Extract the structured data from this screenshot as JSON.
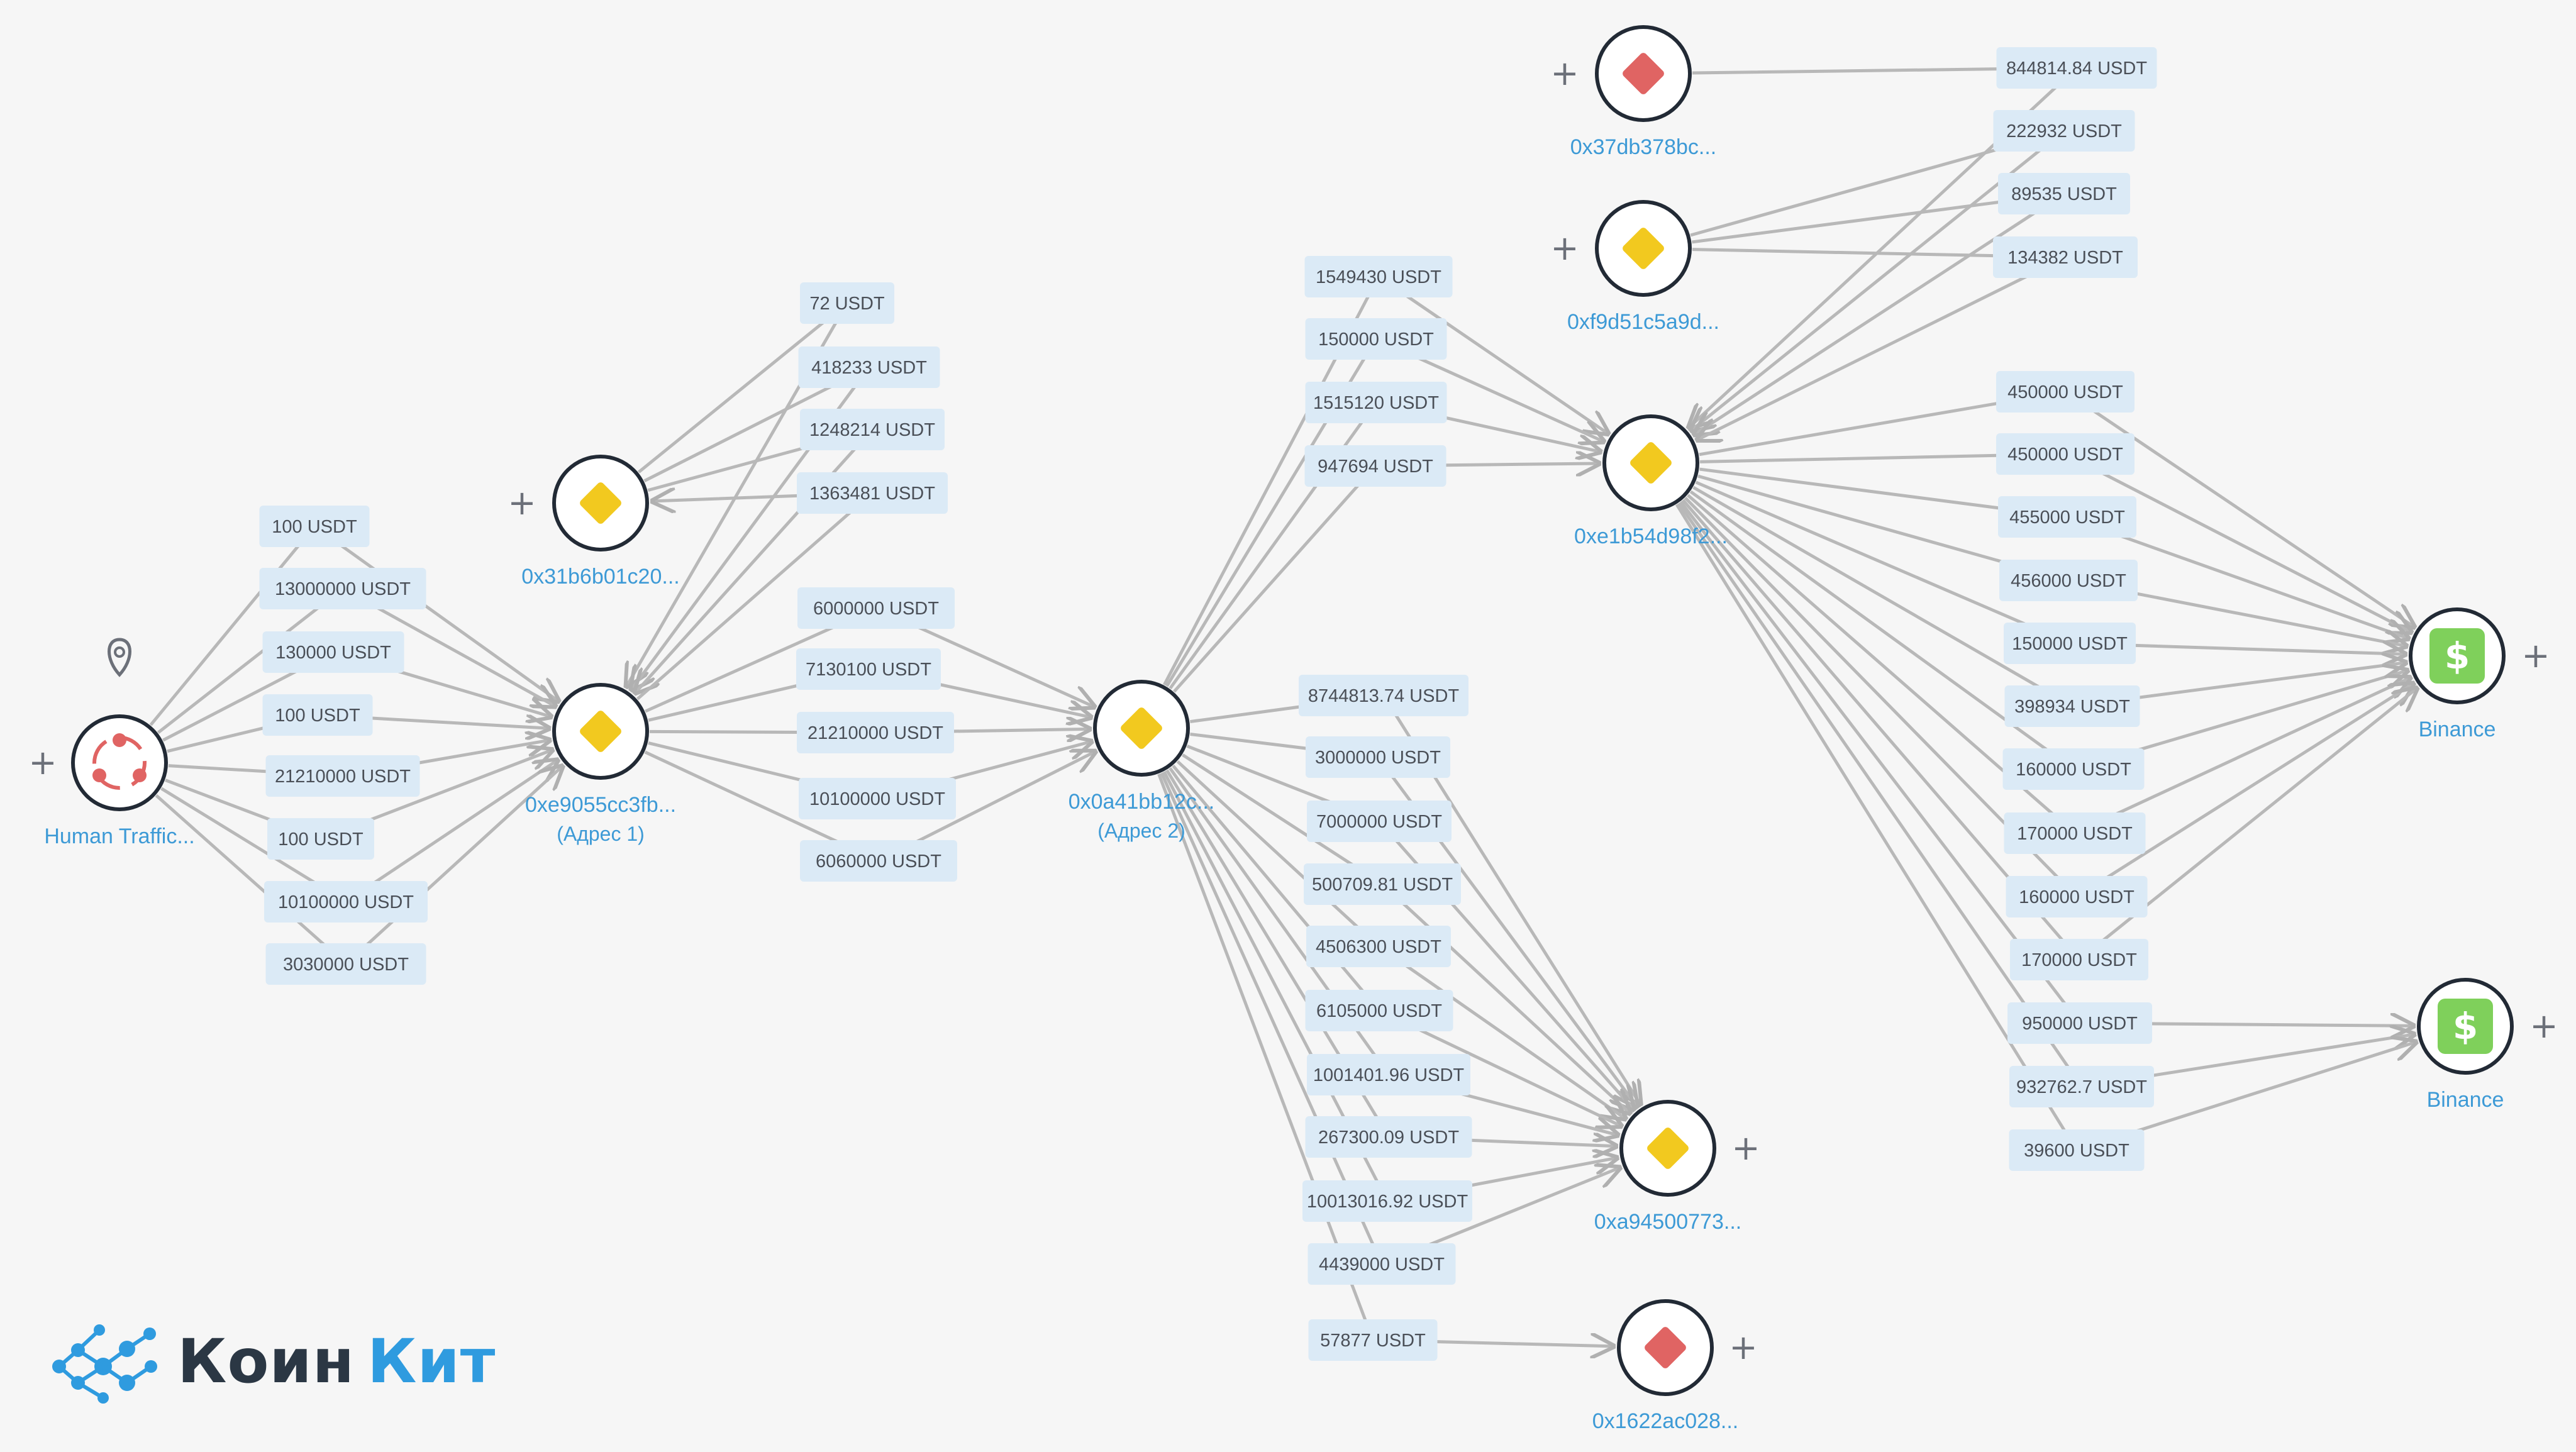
{
  "colors": {
    "edge": "#b8b8b8",
    "amount_bg": "#dbeaf6",
    "node_border": "#222a35",
    "yellow_diamond": "#f2c91f",
    "red_diamond": "#e06463",
    "exchange_green": "#7fd05b",
    "cluster_red": "#e06463",
    "label_blue": "#3d9ad6",
    "brand_dark": "#2b3744",
    "brand_blue": "#2f9bdf"
  },
  "logo": {
    "part1": "Коин",
    "part2": "Кит"
  },
  "nodes": [
    {
      "id": "ht",
      "kind": "cluster",
      "label": "Human Traffic...",
      "plus": "+",
      "icon": "location-pin-icon"
    },
    {
      "id": "a1",
      "kind": "yellow",
      "label": "0xe9055cc3fb...",
      "sub": "(Адрес 1)"
    },
    {
      "id": "a31",
      "kind": "yellow",
      "label": "0x31b6b01c20...",
      "plus": "+"
    },
    {
      "id": "a2",
      "kind": "yellow",
      "label": "0x0a41bb12c...",
      "sub": "(Адрес 2)"
    },
    {
      "id": "a37",
      "kind": "red",
      "label": "0x37db378bc...",
      "plus": "+"
    },
    {
      "id": "af9",
      "kind": "yellow",
      "label": "0xf9d51c5a9d...",
      "plus": "+"
    },
    {
      "id": "ae1",
      "kind": "yellow",
      "label": "0xe1b54d98f2..."
    },
    {
      "id": "aa9",
      "kind": "yellow",
      "label": "0xa94500773...",
      "plus": "+"
    },
    {
      "id": "a16",
      "kind": "red",
      "label": "0x1622ac028...",
      "plus": "+"
    },
    {
      "id": "bn1",
      "kind": "exchange",
      "label": "Binance",
      "plus": "+"
    },
    {
      "id": "bn2",
      "kind": "exchange",
      "label": "Binance",
      "plus": "+"
    }
  ],
  "transfers": [
    {
      "amount": "100 USDT",
      "from": "ht",
      "to": "a1"
    },
    {
      "amount": "13000000 USDT",
      "from": "ht",
      "to": "a1"
    },
    {
      "amount": "130000 USDT",
      "from": "ht",
      "to": "a1"
    },
    {
      "amount": "100 USDT",
      "from": "ht",
      "to": "a1"
    },
    {
      "amount": "21210000 USDT",
      "from": "ht",
      "to": "a1"
    },
    {
      "amount": "100 USDT",
      "from": "ht",
      "to": "a1"
    },
    {
      "amount": "10100000 USDT",
      "from": "ht",
      "to": "a1"
    },
    {
      "amount": "3030000 USDT",
      "from": "ht",
      "to": "a1"
    },
    {
      "amount": "72 USDT",
      "from": "a31",
      "to": "a1"
    },
    {
      "amount": "418233 USDT",
      "from": "a31",
      "to": "a1"
    },
    {
      "amount": "1248214 USDT",
      "from": "a31",
      "to": "a1"
    },
    {
      "amount": "1363481 USDT",
      "from": "a1",
      "to": "a31"
    },
    {
      "amount": "6000000 USDT",
      "from": "a1",
      "to": "a2"
    },
    {
      "amount": "7130100 USDT",
      "from": "a1",
      "to": "a2"
    },
    {
      "amount": "21210000 USDT",
      "from": "a1",
      "to": "a2"
    },
    {
      "amount": "10100000 USDT",
      "from": "a1",
      "to": "a2"
    },
    {
      "amount": "6060000 USDT",
      "from": "a1",
      "to": "a2"
    },
    {
      "amount": "1549430 USDT",
      "from": "a2",
      "to": "ae1"
    },
    {
      "amount": "150000 USDT",
      "from": "a2",
      "to": "ae1"
    },
    {
      "amount": "1515120 USDT",
      "from": "a2",
      "to": "ae1"
    },
    {
      "amount": "947694 USDT",
      "from": "a2",
      "to": "ae1"
    },
    {
      "amount": "844814.84 USDT",
      "from": "a37",
      "to": "ae1"
    },
    {
      "amount": "222932 USDT",
      "from": "af9",
      "to": "ae1"
    },
    {
      "amount": "89535 USDT",
      "from": "af9",
      "to": "ae1"
    },
    {
      "amount": "134382 USDT",
      "from": "af9",
      "to": "ae1"
    },
    {
      "amount": "450000 USDT",
      "from": "ae1",
      "to": "bn1"
    },
    {
      "amount": "450000 USDT",
      "from": "ae1",
      "to": "bn1"
    },
    {
      "amount": "455000 USDT",
      "from": "ae1",
      "to": "bn1"
    },
    {
      "amount": "456000 USDT",
      "from": "ae1",
      "to": "bn1"
    },
    {
      "amount": "150000 USDT",
      "from": "ae1",
      "to": "bn1"
    },
    {
      "amount": "398934 USDT",
      "from": "ae1",
      "to": "bn1"
    },
    {
      "amount": "160000 USDT",
      "from": "ae1",
      "to": "bn1"
    },
    {
      "amount": "170000 USDT",
      "from": "ae1",
      "to": "bn1"
    },
    {
      "amount": "160000 USDT",
      "from": "ae1",
      "to": "bn1"
    },
    {
      "amount": "170000 USDT",
      "from": "ae1",
      "to": "bn1"
    },
    {
      "amount": "950000 USDT",
      "from": "ae1",
      "to": "bn2"
    },
    {
      "amount": "932762.7 USDT",
      "from": "ae1",
      "to": "bn2"
    },
    {
      "amount": "39600 USDT",
      "from": "ae1",
      "to": "bn2"
    },
    {
      "amount": "8744813.74 USDT",
      "from": "a2",
      "to": "aa9"
    },
    {
      "amount": "3000000 USDT",
      "from": "a2",
      "to": "aa9"
    },
    {
      "amount": "7000000 USDT",
      "from": "a2",
      "to": "aa9"
    },
    {
      "amount": "500709.81 USDT",
      "from": "a2",
      "to": "aa9"
    },
    {
      "amount": "4506300 USDT",
      "from": "a2",
      "to": "aa9"
    },
    {
      "amount": "6105000 USDT",
      "from": "a2",
      "to": "aa9"
    },
    {
      "amount": "1001401.96 USDT",
      "from": "a2",
      "to": "aa9"
    },
    {
      "amount": "267300.09 USDT",
      "from": "a2",
      "to": "aa9"
    },
    {
      "amount": "10013016.92 USDT",
      "from": "a2",
      "to": "aa9"
    },
    {
      "amount": "4439000 USDT",
      "from": "a2",
      "to": "aa9"
    },
    {
      "amount": "57877 USDT",
      "from": "a2",
      "to": "a16"
    }
  ]
}
